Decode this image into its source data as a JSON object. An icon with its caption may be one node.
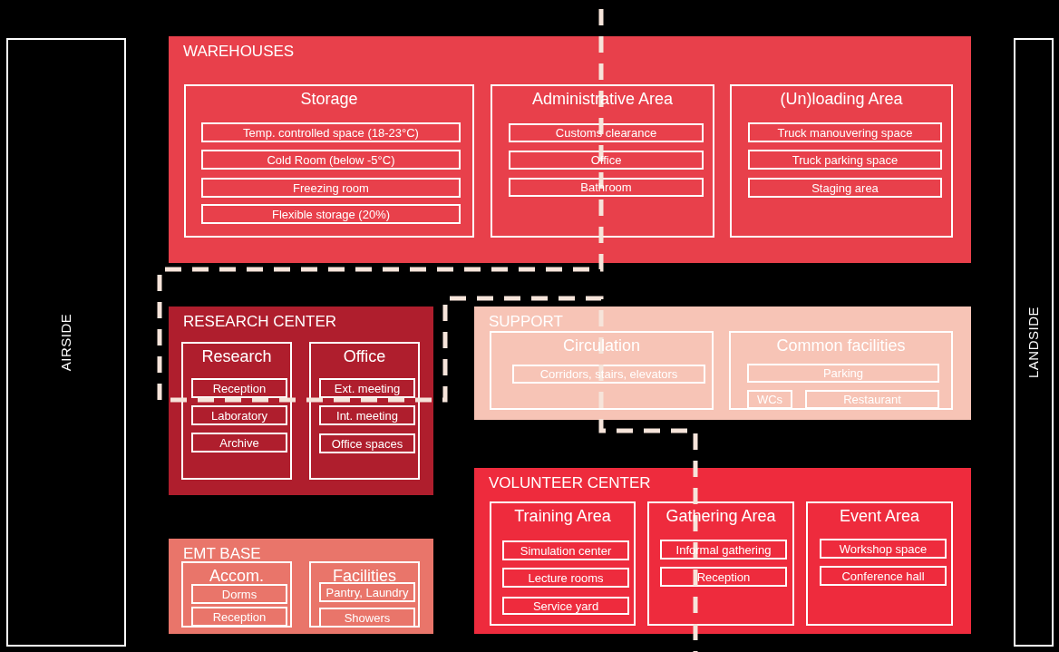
{
  "diagram": {
    "nodes": [
      {
        "text": [
          "AIRSIDE"
        ]
      },
      {
        "text": [
          "WAREHOUSES"
        ]
      },
      {
        "text": [
          "Storage"
        ],
        "in": 1
      },
      {
        "text": [
          "Temp. controlled space (18-23°C)"
        ],
        "in": 2
      },
      {
        "text": [
          "Cold Room (below -5°C)"
        ],
        "in": 2
      },
      {
        "text": [
          "Freezing room"
        ],
        "in": 2
      },
      {
        "text": [
          "Flexible storage (20%)"
        ],
        "in": 2
      },
      {
        "text": [
          "Administrative Area"
        ],
        "in": 1
      },
      {
        "text": [
          "Customs clearance"
        ],
        "in": 7
      },
      {
        "text": [
          "Office"
        ],
        "in": 7
      },
      {
        "text": [
          "Bathroom"
        ],
        "in": 7
      },
      {
        "text": [
          "(Un)loading Area"
        ],
        "in": 1
      },
      {
        "text": [
          "Truck manouvering space"
        ],
        "in": 11
      },
      {
        "text": [
          "Truck parking space"
        ],
        "in": 11
      },
      {
        "text": [
          "Staging area"
        ],
        "in": 11
      },
      {
        "text": [
          "RESEARCH CENTER"
        ]
      },
      {
        "text": [
          "Research"
        ],
        "in": 15
      },
      {
        "text": [
          "Reception"
        ],
        "in": 16
      },
      {
        "text": [
          "Laboratory"
        ],
        "in": 16
      },
      {
        "text": [
          "Archive"
        ],
        "in": 16
      },
      {
        "text": [
          "Office"
        ],
        "in": 15
      },
      {
        "text": [
          "Ext. meeting"
        ],
        "in": 20
      },
      {
        "text": [
          "Int. meeting"
        ],
        "in": 20
      },
      {
        "text": [
          "Office spaces"
        ],
        "in": 20
      },
      {
        "text": [
          "SUPPORT"
        ]
      },
      {
        "text": [
          "Circulation"
        ],
        "in": 24
      },
      {
        "text": [
          "Corridors, stairs, elevators"
        ],
        "in": 25
      },
      {
        "text": [
          "Common facilities"
        ],
        "in": 24
      },
      {
        "text": [
          "Parking"
        ],
        "in": 27
      },
      {
        "text": [
          "WCs"
        ],
        "in": 27
      },
      {
        "text": [
          "Restaurant"
        ],
        "in": 27
      },
      {
        "text": [
          "EMT BASE"
        ]
      },
      {
        "text": [
          "Accom."
        ],
        "in": 31
      },
      {
        "text": [
          "Dorms"
        ],
        "in": 32
      },
      {
        "text": [
          "Reception"
        ],
        "in": 32
      },
      {
        "text": [
          "Facilities"
        ],
        "in": 31
      },
      {
        "text": [
          "Pantry, Laundry"
        ],
        "in": 35
      },
      {
        "text": [
          "Showers"
        ],
        "in": 35
      },
      {
        "text": [
          "VOLUNTEER CENTER"
        ]
      },
      {
        "text": [
          "Training Area"
        ],
        "in": 38
      },
      {
        "text": [
          "Simulation center"
        ],
        "in": 39
      },
      {
        "text": [
          "Lecture rooms"
        ],
        "in": 39
      },
      {
        "text": [
          "Service yard"
        ],
        "in": 39
      },
      {
        "text": [
          "Gathering Area"
        ],
        "in": 38
      },
      {
        "text": [
          "Informal gathering"
        ],
        "in": 43
      },
      {
        "text": [
          "Reception"
        ],
        "in": 43
      },
      {
        "text": [
          "Event Area"
        ],
        "in": 38
      },
      {
        "text": [
          "Workshop space"
        ],
        "in": 46
      },
      {
        "text": [
          "Conference hall"
        ],
        "in": 46
      },
      {
        "text": [
          "LANDSIDE"
        ]
      }
    ]
  }
}
